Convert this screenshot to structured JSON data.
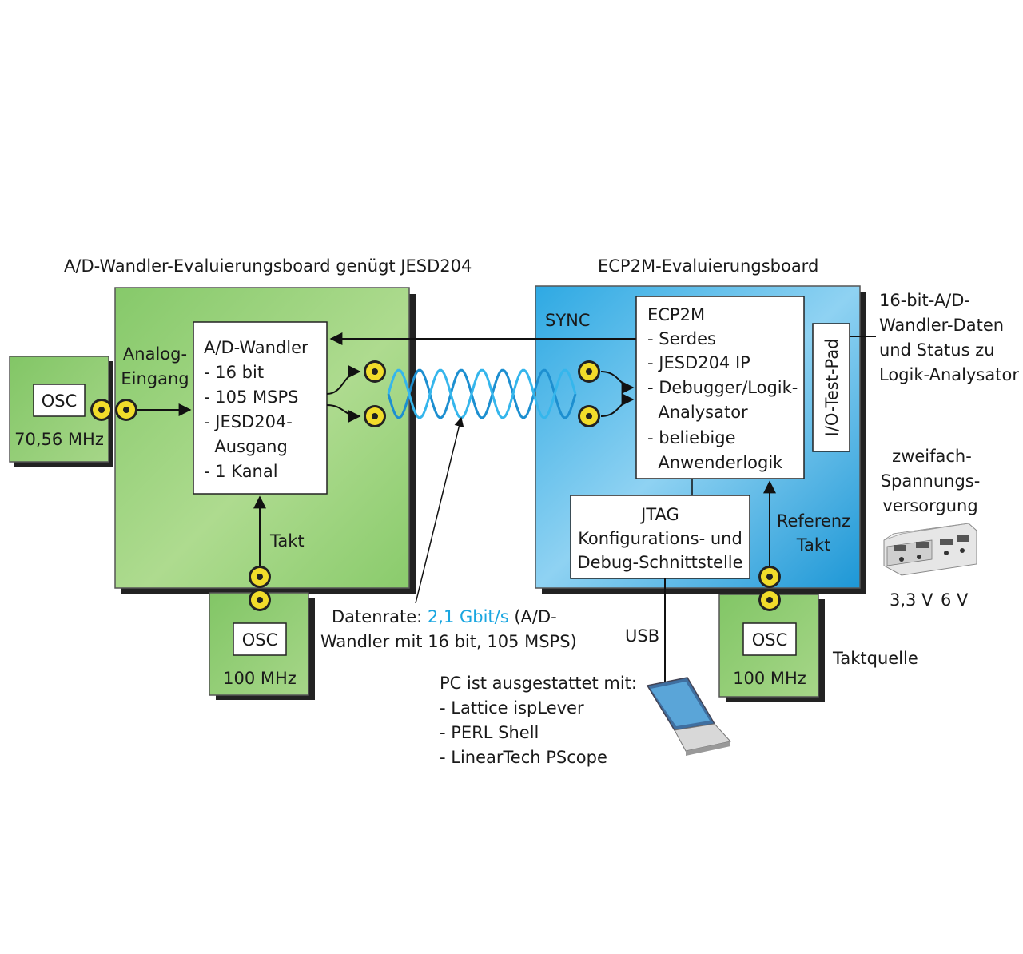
{
  "boards": {
    "adc_title": "A/D-Wandler-Evaluierungsboard genügt JESD204",
    "fpga_title": "ECP2M-Evaluierungsboard"
  },
  "adc_chip": {
    "lines": [
      "A/D-Wandler",
      "- 16 bit",
      "- 105 MSPS",
      "- JESD204-",
      "  Ausgang",
      "- 1 Kanal"
    ]
  },
  "osc_left": {
    "label": "OSC",
    "freq": "70,56 MHz"
  },
  "osc_adc": {
    "label": "OSC",
    "freq": "100 MHz"
  },
  "osc_fpga": {
    "label": "OSC",
    "freq": "100 MHz"
  },
  "analog_input": {
    "line1": "Analog-",
    "line2": "Eingang"
  },
  "takt_label": "Takt",
  "sync_label": "SYNC",
  "fpga_chip": {
    "lines": [
      "ECP2M",
      "- Serdes",
      "- JESD204 IP",
      "- Debugger/Logik-",
      "  Analysator",
      "- beliebige",
      "  Anwenderlogik"
    ]
  },
  "io_pad": "I/O-Test-Pad",
  "jtag": {
    "line1": "JTAG",
    "line2": "Konfigurations- und",
    "line3": "Debug-Schnittstelle"
  },
  "ref_clock": {
    "line1": "Referenz",
    "line2": "Takt"
  },
  "logic_analyzer_note": [
    "16-bit-A/D-",
    "Wandler-Daten",
    "und Status zu",
    "Logik-Analysator"
  ],
  "power_supply": {
    "lines": [
      "zweifach-",
      "Spannungs-",
      "versorgung"
    ],
    "v1": "3,3 V",
    "v2": "6 V"
  },
  "data_rate": {
    "prefix": "Datenrate: ",
    "rate": "2,1 Gbit/s",
    "suffix": " (A/D-",
    "line2": "Wandler mit 16 bit, 105 MSPS)"
  },
  "usb_label": "USB",
  "clock_source_label": "Taktquelle",
  "pc": {
    "lines": [
      "PC ist ausgestattet mit:",
      "- Lattice ispLever",
      "- PERL Shell",
      "- LinearTech PScope"
    ]
  },
  "colors": {
    "adc_board": "#8fce72",
    "fpga_board": "#25a8e2",
    "accent_text": "#1aa6e0",
    "connector": "#f2dc2a"
  }
}
